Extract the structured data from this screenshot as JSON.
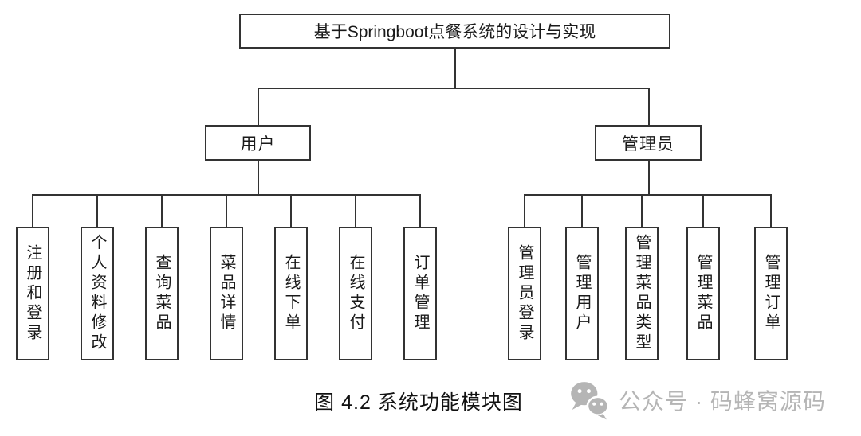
{
  "diagram": {
    "title": "基于Springboot点餐系统的设计与实现",
    "caption": "图 4.2 系统功能模块图",
    "branches": [
      {
        "label": "用户",
        "children": [
          "注册和登录",
          "个人资料修改",
          "查询菜品",
          "菜品详情",
          "在线下单",
          "在线支付",
          "订单管理"
        ]
      },
      {
        "label": "管理员",
        "children": [
          "管理员登录",
          "管理用户",
          "管理菜品类型",
          "管理菜品",
          "管理订单"
        ]
      }
    ]
  },
  "watermark": {
    "icon": "wechat-icon",
    "text": "公众号 · 码蜂窝源码"
  },
  "colors": {
    "line": "#333333",
    "box_border": "#333333",
    "text": "#1a1a1a",
    "watermark_gray": "#b5b5b5",
    "background": "#ffffff"
  }
}
